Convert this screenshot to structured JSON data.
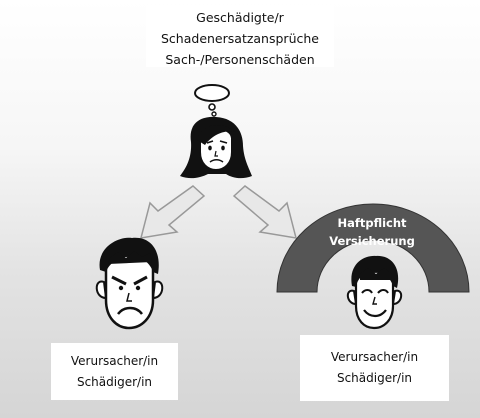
{
  "top_box": {
    "line1": "Geschädigte/r",
    "line2": "Schadenersatzansprüche",
    "line3": "Sach-/Personenschäden"
  },
  "arch": {
    "line1": "Haftpflicht",
    "line2": "Versicherung"
  },
  "left_box": {
    "line1": "Verursacher/in",
    "line2": "Schädiger/in"
  },
  "right_box": {
    "line1": "Verursacher/in",
    "line2": "Schädiger/in"
  },
  "colors": {
    "arch": "#555555",
    "arrow_fill": "#e8e8e8",
    "arrow_stroke": "#999999"
  }
}
